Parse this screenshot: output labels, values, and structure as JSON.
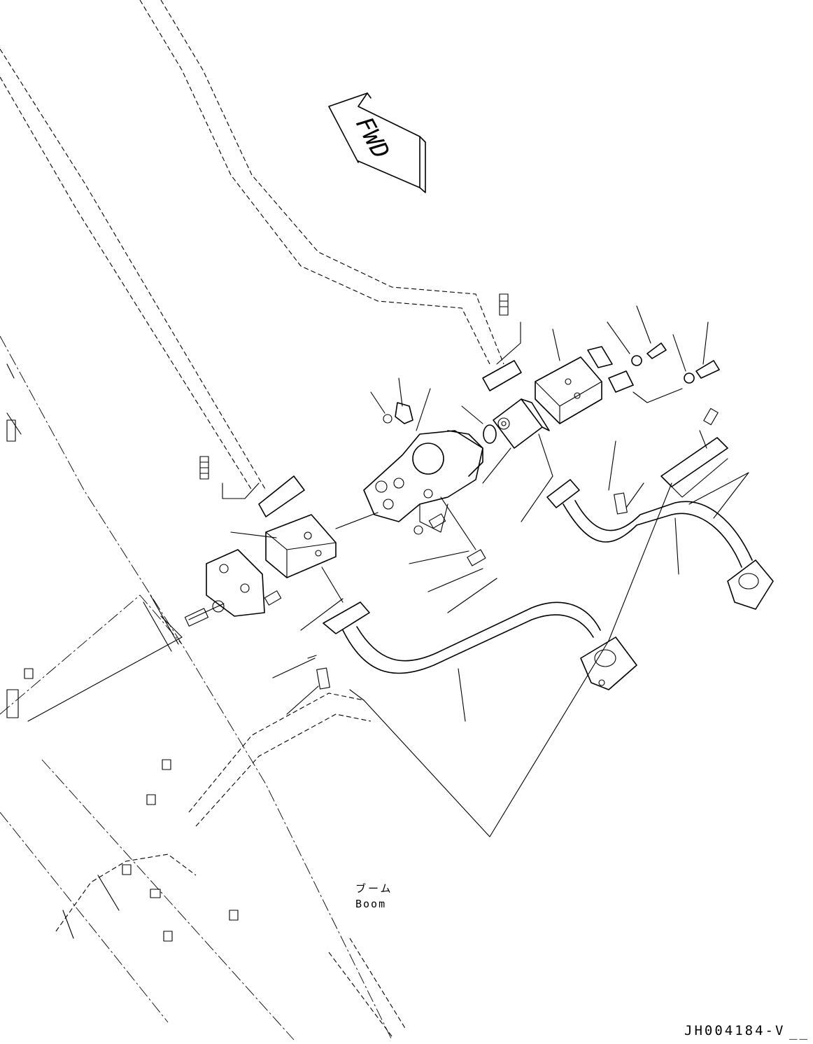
{
  "diagram": {
    "direction_arrow_text": "FWD",
    "part_label_jp": "ブーム",
    "part_label_en": "Boom",
    "drawing_code": "JH004184-V",
    "drawing_code_suffix": "__"
  }
}
